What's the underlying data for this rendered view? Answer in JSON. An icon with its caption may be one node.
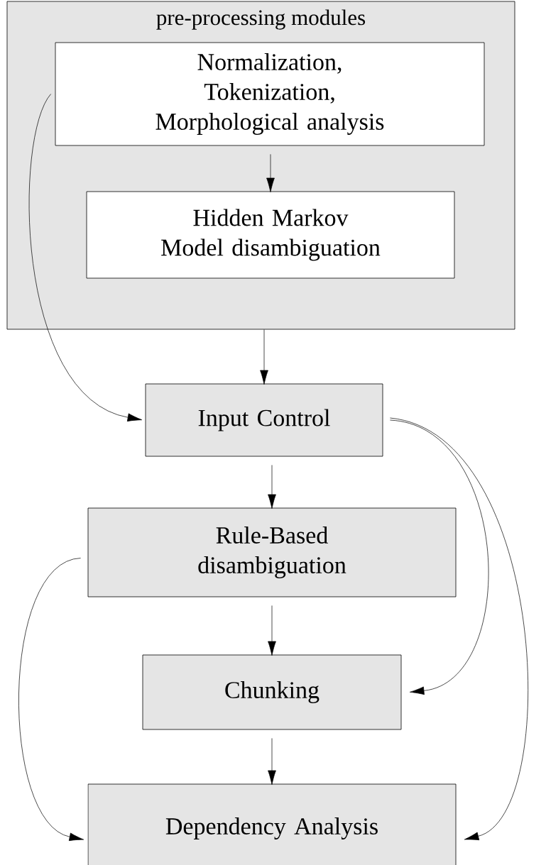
{
  "diagram": {
    "nodes": [
      {
        "text": [
          "pre-processing modules"
        ]
      },
      {
        "text": [
          "Normalization, Tokenization, Morphological analysis"
        ],
        "in": 0
      },
      {
        "text": [
          "Hidden Markov Model disambiguation"
        ],
        "in": 0
      },
      {
        "text": [
          "Input Control"
        ]
      },
      {
        "text": [
          "Rule-Based disambiguation"
        ]
      },
      {
        "text": [
          "Chunking"
        ]
      },
      {
        "text": [
          "Dependency Analysis"
        ]
      }
    ],
    "edges": [
      {
        "from": 1,
        "to": 2,
        "arrow": "to"
      },
      {
        "from": 0,
        "to": 3,
        "arrow": "to"
      },
      {
        "from": 1,
        "to": 3,
        "arrow": "to"
      },
      {
        "from": 3,
        "to": 4,
        "arrow": "to"
      },
      {
        "from": 4,
        "to": 5,
        "arrow": "to"
      },
      {
        "from": 5,
        "to": 6,
        "arrow": "to"
      },
      {
        "from": 4,
        "to": 6,
        "arrow": "to"
      },
      {
        "from": 3,
        "to": 5,
        "arrow": "to"
      },
      {
        "from": 3,
        "to": 6,
        "arrow": "to"
      }
    ]
  }
}
